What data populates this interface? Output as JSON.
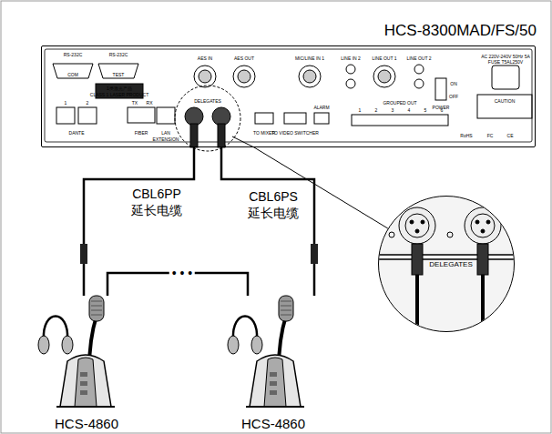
{
  "diagram": {
    "nodes": [
      {
        "text": [
          "HCS-8300MAD/FS/50"
        ]
      },
      {
        "text": [
          "HCS-4860"
        ]
      },
      {
        "text": [
          "HCS-4860"
        ]
      },
      {
        "text": [
          "DELEGATES"
        ]
      }
    ],
    "edges": [
      {
        "from": 0,
        "to": 1,
        "arrow": "none",
        "label": "CBL6PP 延长电缆"
      },
      {
        "from": 0,
        "to": 2,
        "arrow": "none",
        "label": "CBL6PS 延长电缆"
      },
      {
        "from": 1,
        "to": 2,
        "arrow": "none"
      },
      {
        "from": 0,
        "to": 3,
        "arrow": "none"
      }
    ],
    "labels": [
      "RS-232C",
      "COM",
      "RS-232C",
      "TEST",
      "AES IN",
      "AES OUT",
      "MIC/LINE IN 1",
      "LINE IN 2",
      "LINE OUT 1",
      "LINE OUT 2",
      "ON",
      "OFF",
      "POWER",
      "AC 220V-240V 50Hz 5A",
      "FUSE T5AL250V",
      "1类激光产品",
      "CLASS 1 LASER PRODUCT",
      "1",
      "2",
      "DANTE",
      "TX",
      "RX",
      "FIBER",
      "LAN",
      "EXTENSION",
      "DELEGATES",
      "TO MIXER",
      "TO VIDEO SWITCHER",
      "ALARM",
      "GROUPED OUT",
      "1",
      "2",
      "3",
      "4",
      "5",
      "6",
      "CAUTION",
      "RoHS",
      "FC",
      "CE",
      "• • •"
    ]
  }
}
